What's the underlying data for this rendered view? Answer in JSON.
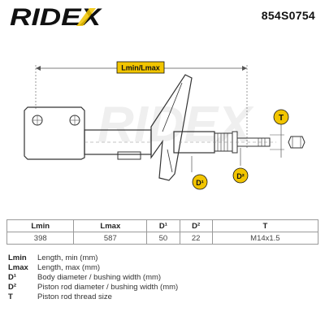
{
  "header": {
    "brand": "RIDEX",
    "part_number": "854S0754"
  },
  "drawing": {
    "dimension_label": "Lmin/Lmax",
    "callouts": {
      "t": "T",
      "d1": "D¹",
      "d2": "D²"
    },
    "accent_color": "#f2c500"
  },
  "table": {
    "headers": [
      "Lmin",
      "Lmax",
      "D¹",
      "D²",
      "T"
    ],
    "values": [
      "398",
      "587",
      "50",
      "22",
      "M14x1.5"
    ]
  },
  "legend": [
    {
      "abbr": "Lmin",
      "text": "Length, min (mm)"
    },
    {
      "abbr": "Lmax",
      "text": "Length, max (mm)"
    },
    {
      "abbr": "D¹",
      "text": "Body diameter / bushing width (mm)"
    },
    {
      "abbr": "D²",
      "text": "Piston rod diameter / bushing width (mm)"
    },
    {
      "abbr": "T",
      "text": "Piston rod thread size"
    }
  ]
}
